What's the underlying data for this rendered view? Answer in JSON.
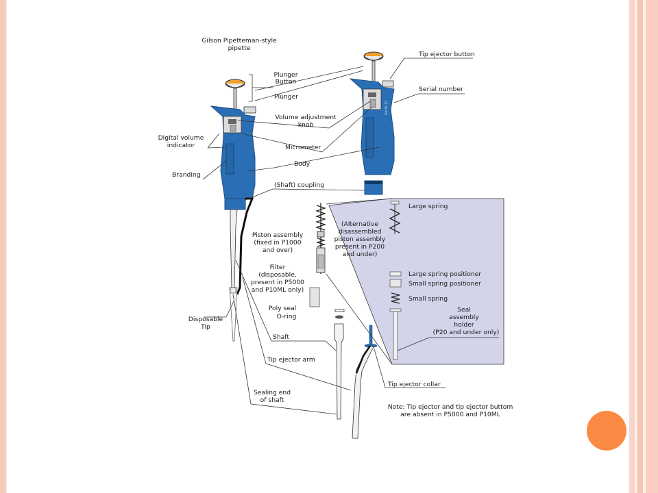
{
  "slide": {
    "accent_color": "#fb8a45",
    "border_color": "#f6cbbd",
    "panel_color": "#d3d4ea"
  },
  "diagram": {
    "title_line1": "Gilson Pipetteman-style",
    "title_line2": "pipette",
    "labels": {
      "plunger_button_1": "Plunger",
      "plunger_button_2": "Button",
      "plunger": "Plunger",
      "volume_knob_1": "Volume adjustment",
      "volume_knob_2": "knob",
      "digital_indicator_1": "Digital volume",
      "digital_indicator_2": "indicator",
      "micrometer": "Micrometer",
      "branding": "Branding",
      "body": "Body",
      "shaft_coupling": "(Shaft) coupling",
      "tip_ejector_button": "Tip ejector button",
      "serial_number": "Serial number",
      "piston_1": "Piston assembly",
      "piston_2": "(fixed in P1000",
      "piston_3": "and over)",
      "alt_1": "(Alternative",
      "alt_2": "disassembled",
      "alt_3": "piston assembly",
      "alt_4": "present in P200",
      "alt_5": "and under)",
      "filter_1": "Filter",
      "filter_2": "(disposable,",
      "filter_3": "present in P5000",
      "filter_4": "and P10ML only)",
      "polyseal_1": "Poly seal",
      "polyseal_2": "O-ring",
      "disposable_tip_1": "Disposable",
      "disposable_tip_2": "Tip",
      "shaft": "Shaft",
      "tip_ejector_arm": "Tip ejector arm",
      "sealing_end_1": "Sealing end",
      "sealing_end_2": "of shaft",
      "large_spring": "Large spring",
      "large_spring_positioner": "Large spring positioner",
      "small_spring_positioner": "Small spring positioner",
      "small_spring": "Small spring",
      "seal_holder_1": "Seal",
      "seal_holder_2": "assembly",
      "seal_holder_3": "holder",
      "seal_holder_4": "(P20 and under only)",
      "tip_ejector_collar": "Tip ejector collar",
      "note_1": "Note: Tip ejector and tip ejector buttom",
      "note_2": "are absent in P5000 and P10ML",
      "serial_text": "P20 N1 P1"
    }
  }
}
